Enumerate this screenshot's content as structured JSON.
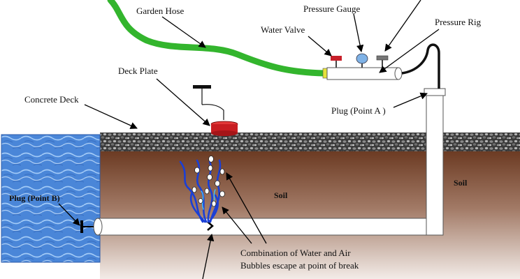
{
  "labels": {
    "garden_hose": "Garden Hose",
    "pressure_gauge": "Pressure Gauge",
    "water_valve": "Water Valve",
    "pressure_rig": "Pressure Rig",
    "deck_plate": "Deck Plate",
    "concrete_deck": "Concrete Deck",
    "plug_point_a": "Plug (Point A )",
    "soil_left": "Soil",
    "soil_right": "Soil",
    "plug_point_b": "Plug (Point B)",
    "bubbles_line1": "Combination of Water and Air",
    "bubbles_line2": "Bubbles escape at point of break"
  },
  "colors": {
    "hose": "#33b52d",
    "soil_top": "#6b3a22",
    "soil_bottom": "#efe6e0",
    "pool": "#4a86d8",
    "valve_red": "#c8202a",
    "gauge_blue": "#7fb2e6",
    "deck_plate_red": "#c81e22",
    "water_streams": "#1a3fd6"
  }
}
